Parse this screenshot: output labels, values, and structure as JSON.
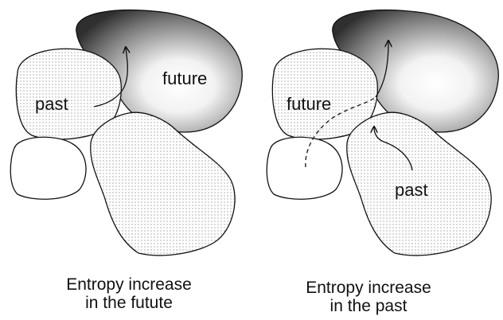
{
  "left_panel": {
    "labels": {
      "past": "past",
      "future": "future"
    },
    "caption": {
      "line1": "Entropy increase",
      "line2": "in the futute"
    }
  },
  "right_panel": {
    "labels": {
      "future": "future",
      "past": "past"
    },
    "caption": {
      "line1": "Entropy increase",
      "line2": "in the past"
    }
  },
  "colors": {
    "line": "#111111",
    "dots": "#8a8a8a",
    "shade_dark": "#2f2f2f",
    "shade_light": "#ffffff"
  }
}
